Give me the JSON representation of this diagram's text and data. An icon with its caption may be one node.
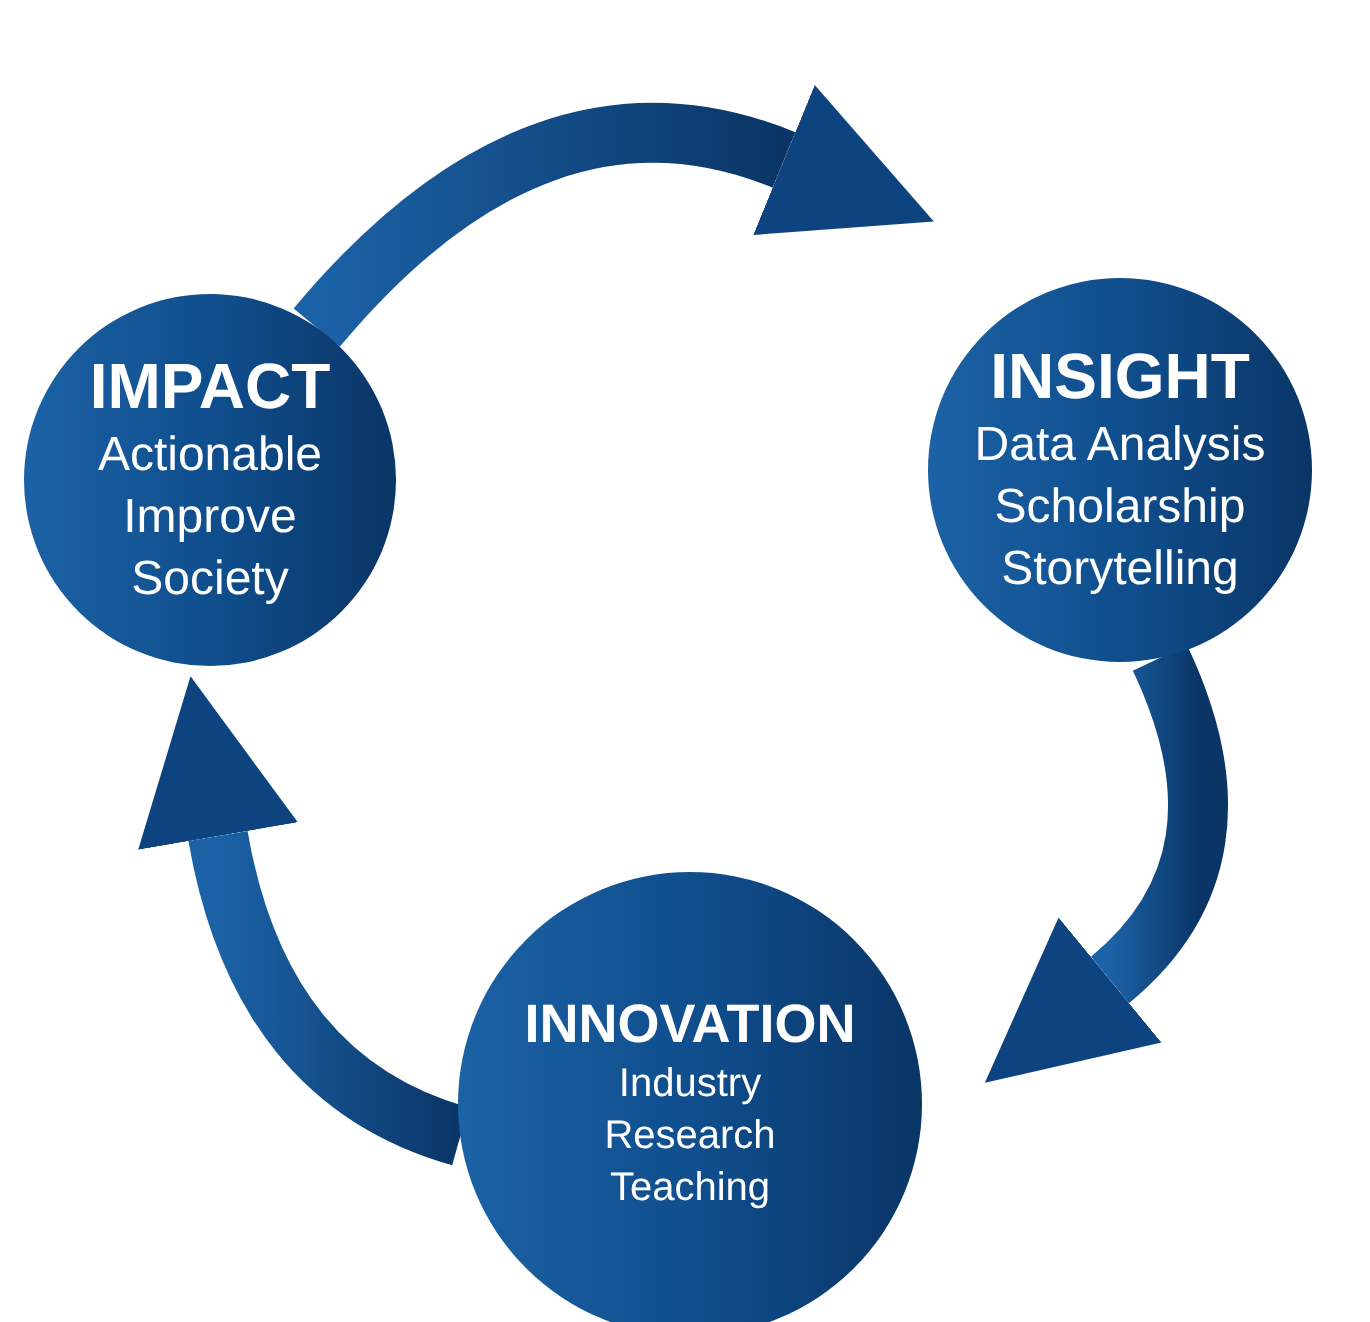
{
  "diagram": {
    "nodes": [
      {
        "text": [
          "IMPACT",
          "Actionable",
          "Improve",
          "Society"
        ]
      },
      {
        "text": [
          "INSIGHT",
          "Data Analysis",
          "Scholarship",
          "Storytelling"
        ]
      },
      {
        "text": [
          "INNOVATION",
          "Industry",
          "Research",
          "Teaching"
        ]
      }
    ],
    "edges": [
      {
        "from": 0,
        "to": 1,
        "arrow": "to"
      },
      {
        "from": 1,
        "to": 2,
        "arrow": "to"
      },
      {
        "from": 2,
        "to": 0,
        "arrow": "to"
      }
    ]
  }
}
